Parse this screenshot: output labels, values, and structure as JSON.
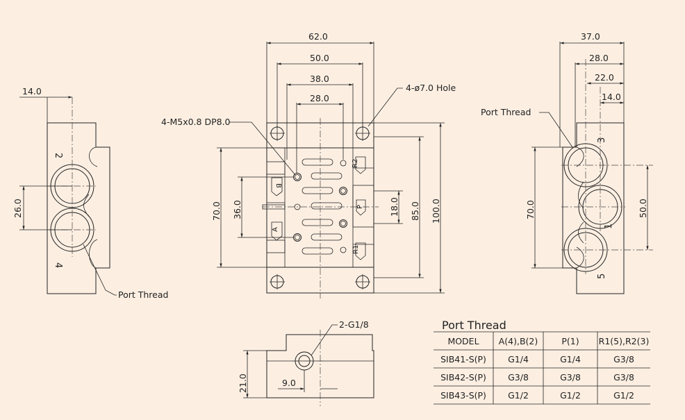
{
  "front_view": {
    "dims": {
      "w62": "62.0",
      "w50": "50.0",
      "w38": "38.0",
      "w28": "28.0",
      "h70": "70.0",
      "h36": "36.0",
      "h18": "18.0",
      "h85": "85.0",
      "h100": "100.0"
    },
    "callouts": {
      "hole": "4-ø7.0 Hole",
      "tap": "4-M5x0.8 DP8.0"
    },
    "port_tags": {
      "r2": "R2",
      "b": "B",
      "p": "P",
      "a": "A",
      "r1": "R1"
    }
  },
  "left_view": {
    "dims": {
      "w14": "14.0",
      "h26": "26.0"
    },
    "port_numbers": {
      "top": "2",
      "bottom": "4"
    },
    "callout": "Port Thread"
  },
  "right_view": {
    "dims": {
      "w37": "37.0",
      "w28": "28.0",
      "w22": "22.0",
      "w14": "14.0",
      "h70": "70.0",
      "h50": "50.0"
    },
    "port_numbers": {
      "top": "3",
      "middle": "1",
      "bottom": "5"
    },
    "callout": "Port Thread"
  },
  "bottom_view": {
    "dims": {
      "h21": "21.0",
      "w9": "9.0"
    },
    "callout": "2-G1/8"
  },
  "port_table": {
    "title": "Port Thread",
    "headers": [
      "MODEL",
      "A(4),B(2)",
      "P(1)",
      "R1(5),R2(3)"
    ],
    "rows": [
      [
        "SIB41-S(P)",
        "G1/4",
        "G1/4",
        "G3/8"
      ],
      [
        "SIB42-S(P)",
        "G3/8",
        "G3/8",
        "G3/8"
      ],
      [
        "SIB43-S(P)",
        "G1/2",
        "G1/2",
        "G1/2"
      ]
    ]
  }
}
